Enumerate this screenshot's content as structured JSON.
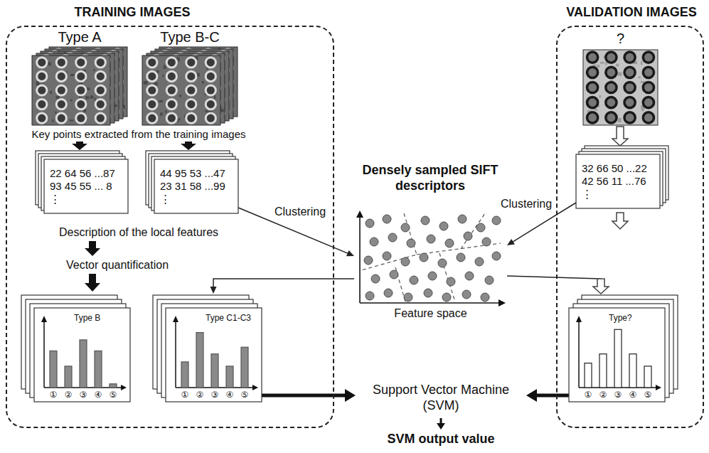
{
  "diagram": {
    "nodes": [
      {
        "text": [
          "TRAINING IMAGES"
        ]
      },
      {
        "text": [
          "Type A"
        ],
        "in": 0
      },
      {
        "text": [
          "Type B-C"
        ],
        "in": 0
      },
      {
        "text": [
          "22 64 56 ...87",
          "93 45 55 ... 8",
          "⋮"
        ],
        "in": 0
      },
      {
        "text": [
          "44 95 53 ...47",
          "23 31 58 ...99",
          "⋮"
        ],
        "in": 0
      },
      {
        "text": [
          "Type B",
          "①",
          "②",
          "③",
          "④",
          "⑤"
        ],
        "in": 0
      },
      {
        "text": [
          "Type C1-C3",
          "①",
          "②",
          "③",
          "④",
          "⑤"
        ],
        "in": 0
      },
      {
        "text": [
          "VALIDATION IMAGES"
        ]
      },
      {
        "text": [
          "?"
        ],
        "in": 7
      },
      {
        "text": [
          "32 66 50 ...22",
          "42 56 11 ...76",
          "⋮"
        ],
        "in": 7
      },
      {
        "text": [
          "Type?",
          "①",
          "②",
          "③",
          "④",
          "⑤"
        ],
        "in": 7
      },
      {
        "text": [
          "Feature space"
        ]
      },
      {
        "text": [
          "Support Vector Machine (SVM)"
        ]
      },
      {
        "text": [
          "SVM output value"
        ]
      }
    ],
    "edges": [
      {
        "from": 4,
        "to": 11,
        "arrow": "to",
        "label": "Clustering"
      },
      {
        "from": 11,
        "to": 6,
        "arrow": "to"
      },
      {
        "from": 9,
        "to": 11,
        "arrow": "to",
        "label": "Clustering"
      },
      {
        "from": 11,
        "to": 10,
        "arrow": "to"
      },
      {
        "from": 8,
        "to": 9,
        "arrow": "to"
      },
      {
        "from": 6,
        "to": 12,
        "arrow": "to"
      },
      {
        "from": 10,
        "to": 12,
        "arrow": "to"
      },
      {
        "from": 12,
        "to": 13,
        "arrow": "to"
      }
    ],
    "labels": [
      "Key points extracted from the training images",
      "Description of the local features",
      "Vector quantification",
      "Densely sampled SIFT descriptors"
    ]
  }
}
